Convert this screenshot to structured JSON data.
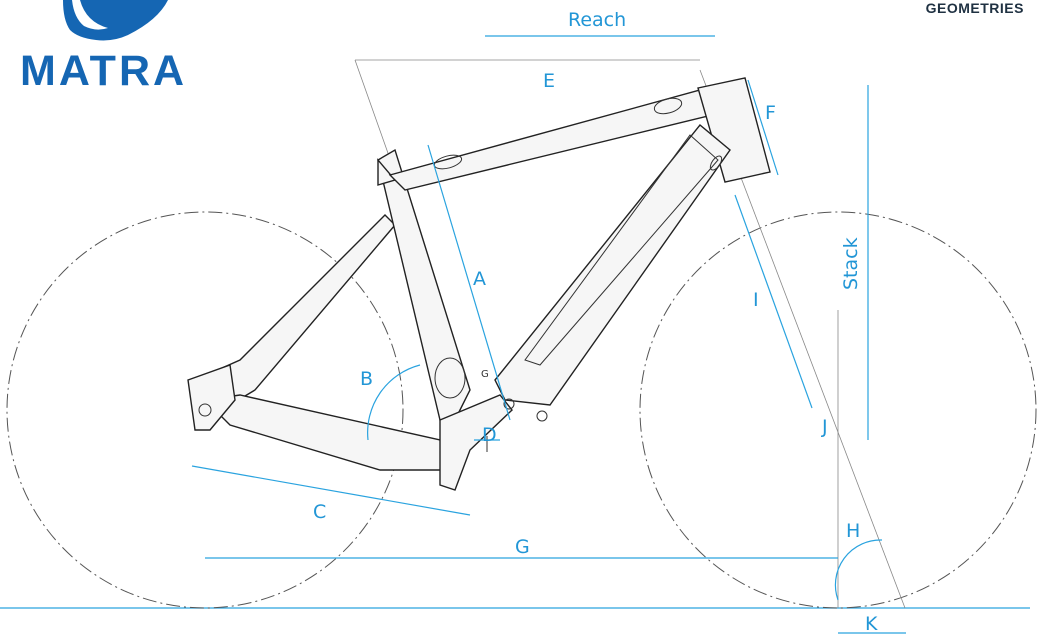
{
  "header": {
    "title": "GEOMETRIES"
  },
  "logo": {
    "text": "MATRA",
    "color": "#1566b3"
  },
  "colors": {
    "dimension": "#2aa3df",
    "frame": "#222222",
    "wheel": "#555555"
  },
  "labels": {
    "reach": "Reach",
    "stack": "Stack",
    "a": "A",
    "b": "B",
    "c": "C",
    "d": "D",
    "e": "E",
    "f": "F",
    "g": "G",
    "h": "H",
    "i": "I",
    "j": "J",
    "k": "K",
    "g_small": "G"
  }
}
